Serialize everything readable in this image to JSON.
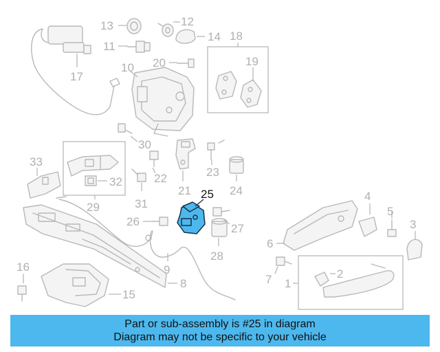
{
  "diagram": {
    "callouts": [
      "1",
      "2",
      "3",
      "4",
      "5",
      "6",
      "7",
      "8",
      "9",
      "10",
      "11",
      "12",
      "13",
      "14",
      "15",
      "16",
      "17",
      "18",
      "19",
      "20",
      "21",
      "22",
      "23",
      "24",
      "25",
      "26",
      "27",
      "28",
      "29",
      "30",
      "31",
      "32",
      "33"
    ],
    "highlighted_callout": "25",
    "colors": {
      "highlight": "#4db8ee",
      "outline": "#b8b8b8",
      "label": "#b0b0b0"
    }
  },
  "banner": {
    "line1": "Part or sub-assembly is #25 in diagram",
    "line2": "Diagram may not be specific to your vehicle"
  }
}
